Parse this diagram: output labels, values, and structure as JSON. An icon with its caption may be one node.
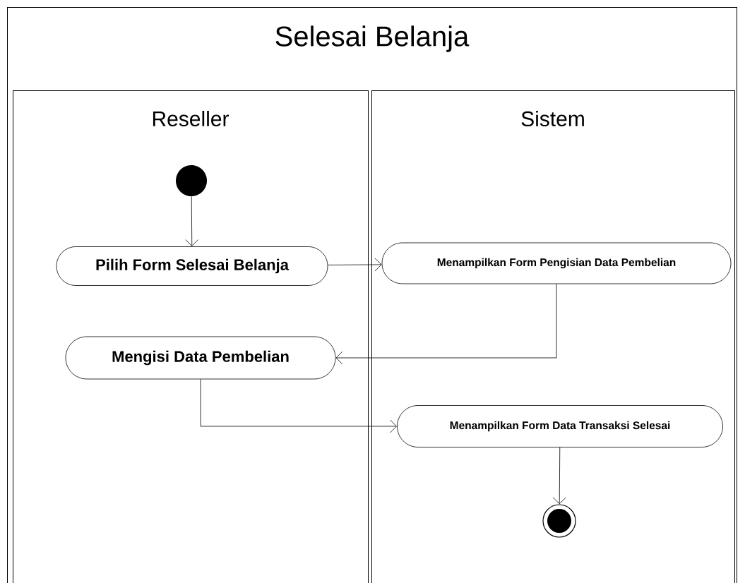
{
  "diagram": {
    "nodes": [
      {
        "text": [
          "Selesai Belanja"
        ]
      },
      {
        "text": [
          "Reseller"
        ],
        "in": 0
      },
      {
        "text": [
          "Sistem"
        ],
        "in": 0
      },
      {
        "text": [],
        "shape": "circle",
        "in": 1
      },
      {
        "text": [
          "Pilih Form Selesai Belanja"
        ],
        "in": 1
      },
      {
        "text": [
          "Menampilkan Form Pengisian Data Pembelian"
        ],
        "in": 2
      },
      {
        "text": [
          "Mengisi Data Pembelian"
        ],
        "in": 1
      },
      {
        "text": [
          "Menampilkan Form Data Transaksi Selesai"
        ],
        "in": 2
      },
      {
        "text": [],
        "shape": "circle",
        "in": 2
      }
    ],
    "edges": [
      {
        "from": 3,
        "to": 4,
        "arrow": "to"
      },
      {
        "from": 4,
        "to": 5,
        "arrow": "to"
      },
      {
        "from": 5,
        "to": 6,
        "arrow": "to"
      },
      {
        "from": 6,
        "to": 7,
        "arrow": "to"
      },
      {
        "from": 7,
        "to": 8,
        "arrow": "to"
      }
    ]
  }
}
